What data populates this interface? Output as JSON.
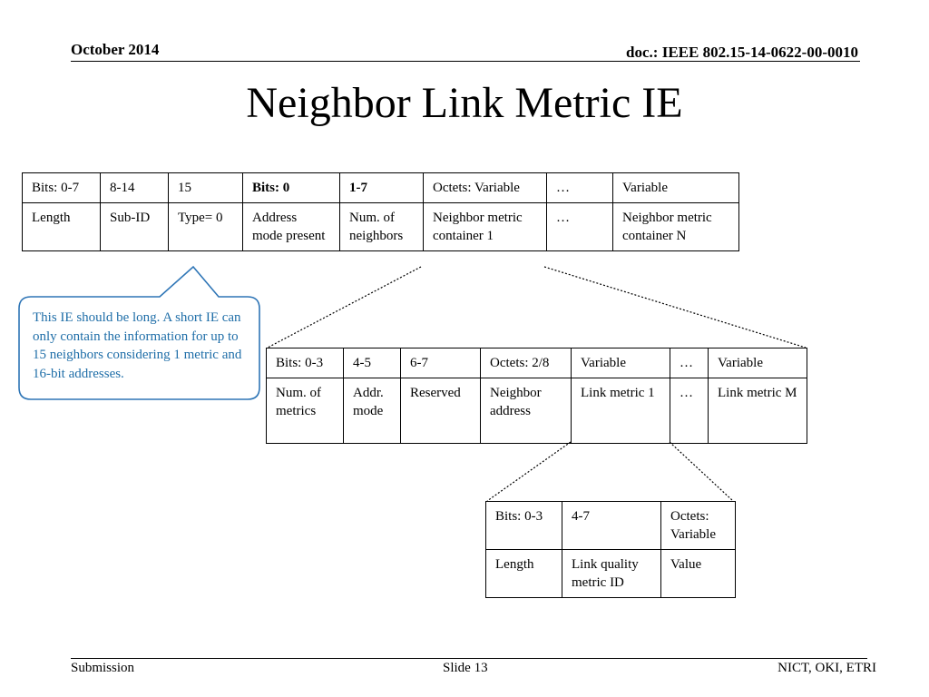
{
  "header": {
    "date": "October 2014",
    "doc_id": "doc.: IEEE 802.15-14-0622-00-0010"
  },
  "title": "Neighbor Link Metric IE",
  "table_ie": {
    "row1": [
      "Bits: 0-7",
      "8-14",
      "15",
      "Bits: 0",
      "1-7",
      "Octets: Variable",
      "…",
      "Variable"
    ],
    "row2": [
      "Length",
      "Sub-ID",
      "Type= 0",
      "Address mode present",
      "Num. of neighbors",
      "Neighbor metric container  1",
      "…",
      "Neighbor metric container N"
    ]
  },
  "table_container": {
    "row1": [
      "Bits: 0-3",
      "4-5",
      "6-7",
      "Octets: 2/8",
      "Variable",
      "…",
      "Variable"
    ],
    "row2": [
      "Num. of metrics",
      "Addr. mode",
      "Reserved",
      "Neighbor address",
      "Link metric 1",
      "…",
      "Link metric M"
    ]
  },
  "table_metric": {
    "row1": [
      "Bits: 0-3",
      "4-7",
      "Octets: Variable"
    ],
    "row2": [
      "Length",
      "Link quality metric ID",
      "Value"
    ]
  },
  "callout": {
    "text": "This IE should be long. A short IE can only contain the information for up to 15 neighbors considering 1 metric and 16-bit addresses.",
    "border_color": "#2e75b6",
    "text_color": "#1f6ea8"
  },
  "footer": {
    "left": "Submission",
    "center": "Slide 13",
    "right": "NICT, OKI, ETRI"
  }
}
